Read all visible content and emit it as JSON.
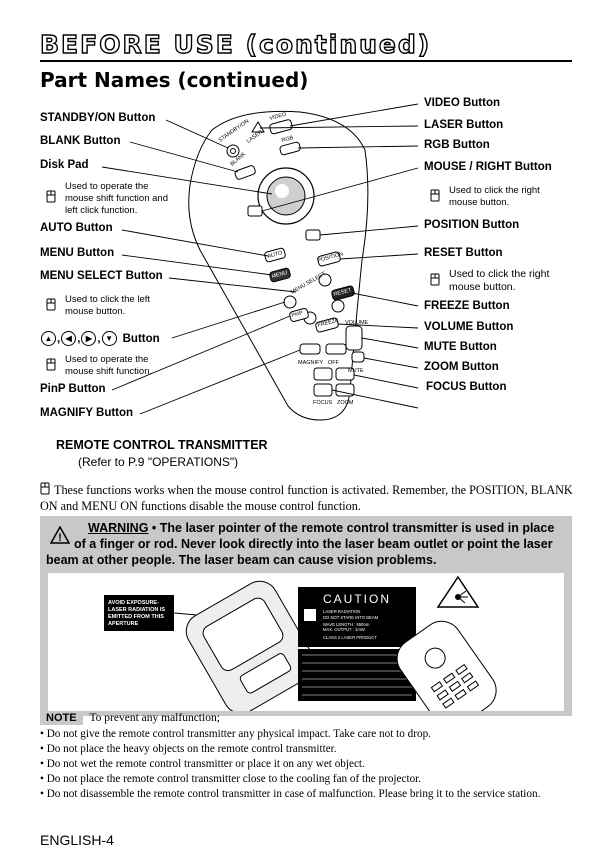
{
  "header": {
    "title": "BEFORE USE (continued)",
    "subtitle": "Part Names (continued)"
  },
  "left_labels": {
    "standby": "STANDBY/ON Button",
    "blank": "BLANK Button",
    "disk": "Disk Pad",
    "disk_note": [
      "Used to operate the",
      "mouse shift function and",
      "left click function."
    ],
    "auto": "AUTO Button",
    "menu": "MENU Button",
    "menu_select": "MENU SELECT Button",
    "menu_select_note": [
      "Used to click the left",
      "mouse button."
    ],
    "arrows_sep": ",",
    "arrows_label": "Button",
    "arrows_note": [
      "Used to operate the",
      "mouse shift function."
    ],
    "pinp": "PinP Button",
    "magnify": "MAGNIFY Button"
  },
  "right_labels": {
    "video": "VIDEO Button",
    "laser": "LASER Button",
    "rgb": "RGB Button",
    "mouse_right": "MOUSE / RIGHT Button",
    "mouse_right_note": [
      "Used to click the right",
      "mouse button."
    ],
    "position": "POSITION Button",
    "reset": "RESET Button",
    "reset_note": [
      "Used to click the right",
      "mouse button."
    ],
    "freeze": "FREEZE Button",
    "volume": "VOLUME Button",
    "mute": "MUTE Button",
    "zoom": "ZOOM Button",
    "focus": "FOCUS Button"
  },
  "remote_buttons": {
    "standby": "STANDBY/ON",
    "laser": "LASER",
    "video": "VIDEO",
    "rgb": "RGB",
    "blank": "BLANK",
    "auto": "AUTO",
    "position": "POSITION",
    "menu": "MENU",
    "menu_select": "MENU SELECT",
    "reset": "RESET",
    "pinp": "PinP",
    "freeze": "FREEZE",
    "magnify": "MAGNIFY",
    "volume": "VOLUME",
    "mute": "MUTE",
    "off": "OFF",
    "focus": "FOCUS",
    "zoom": "ZOOM"
  },
  "transmitter": {
    "title": "REMOTE CONTROL TRANSMITTER",
    "ref": "(Refer to P.9 \"OPERATIONS\")"
  },
  "mouse_notice": "These functions works when the mouse control function is activated. Remember, the POSITION, BLANK ON and MENU ON functions disable the mouse control function.",
  "warning": {
    "tag": "WARNING",
    "text": "• The laser pointer of the remote control transmitter is used in place of a finger or rod. Never look directly into the laser beam outlet or point the laser beam at other people. The laser beam can cause vision problems."
  },
  "laser_label": {
    "aperture": [
      "AVOID EXPOSURE-",
      "LASER RADIATION IS",
      "EMITTED FROM THIS",
      "APERTURE"
    ],
    "caution": "CAUTION",
    "caution_lines": [
      "LASER RADIATION",
      "DO NOT STARE INTO BEAM",
      "WAVE LENGTH : 650nm",
      "MAX. OUTPUT : 1mW",
      "CLASS 2 LASER PRODUCT"
    ]
  },
  "note": {
    "tag": "NOTE",
    "intro": "To prevent any malfunction;",
    "items": [
      "• Do not give the remote control transmitter any physical impact. Take care not to drop.",
      "• Do not place the heavy objects on the remote control transmitter.",
      "• Do not wet the remote control transmitter or place it on any wet object.",
      "• Do not place the remote control transmitter close to the cooling fan of the projector.",
      "• Do not disassemble the remote control transmitter in case of malfunction. Please bring it to the service station."
    ]
  },
  "footer": {
    "page": "ENGLISH-4"
  }
}
